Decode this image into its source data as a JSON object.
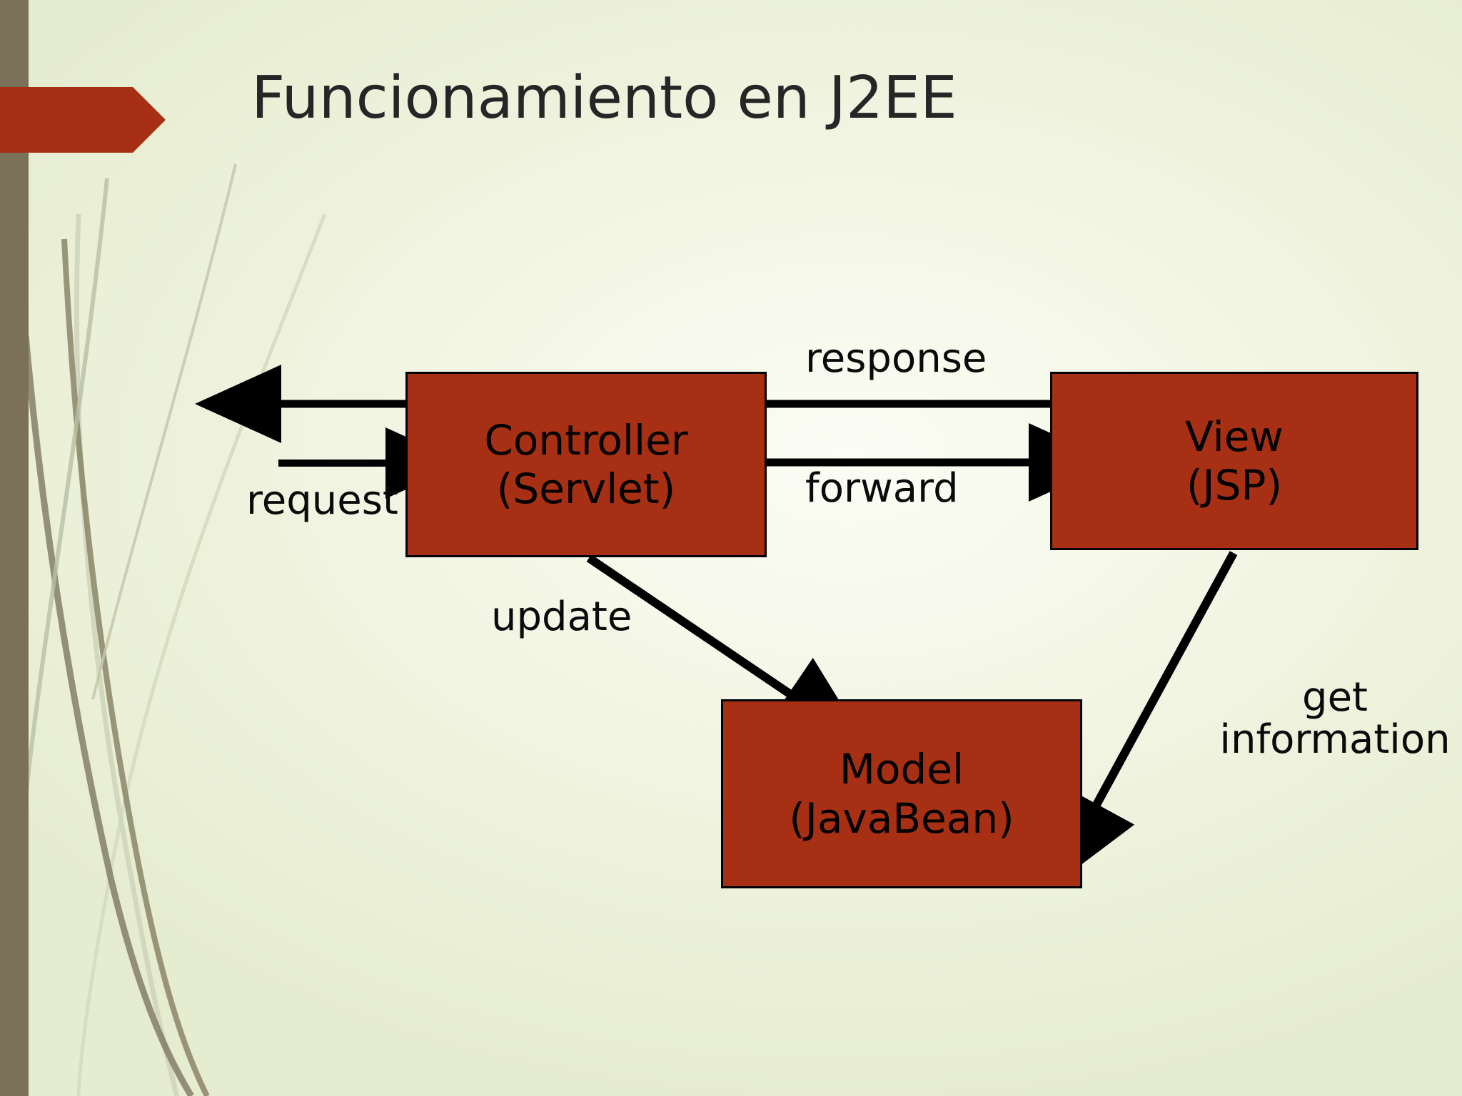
{
  "slide": {
    "title": "Funcionamiento en J2EE",
    "theme": {
      "accent_red": "#a72f14",
      "band_brown": "#7a7158",
      "background_light": "#f6f8ea",
      "background_edge": "#e6ecd0",
      "text_dark": "#262626",
      "diagram_text": "#0a0a0a"
    }
  },
  "diagram": {
    "type": "flow",
    "nodes": [
      {
        "id": "controller",
        "line1": "Controller",
        "line2": "(Servlet)"
      },
      {
        "id": "view",
        "line1": "View",
        "line2": "(JSP)"
      },
      {
        "id": "model",
        "line1": "Model",
        "line2": "(JavaBean)"
      }
    ],
    "edges": [
      {
        "id": "request",
        "label": "request",
        "from": "client",
        "to": "controller"
      },
      {
        "id": "response",
        "label": "response",
        "from": "view",
        "to": "client"
      },
      {
        "id": "forward",
        "label": "forward",
        "from": "controller",
        "to": "view"
      },
      {
        "id": "update",
        "label": "update",
        "from": "controller",
        "to": "model"
      },
      {
        "id": "get-information",
        "label_line1": "get",
        "label_line2": "information",
        "from": "view",
        "to": "model"
      }
    ]
  }
}
